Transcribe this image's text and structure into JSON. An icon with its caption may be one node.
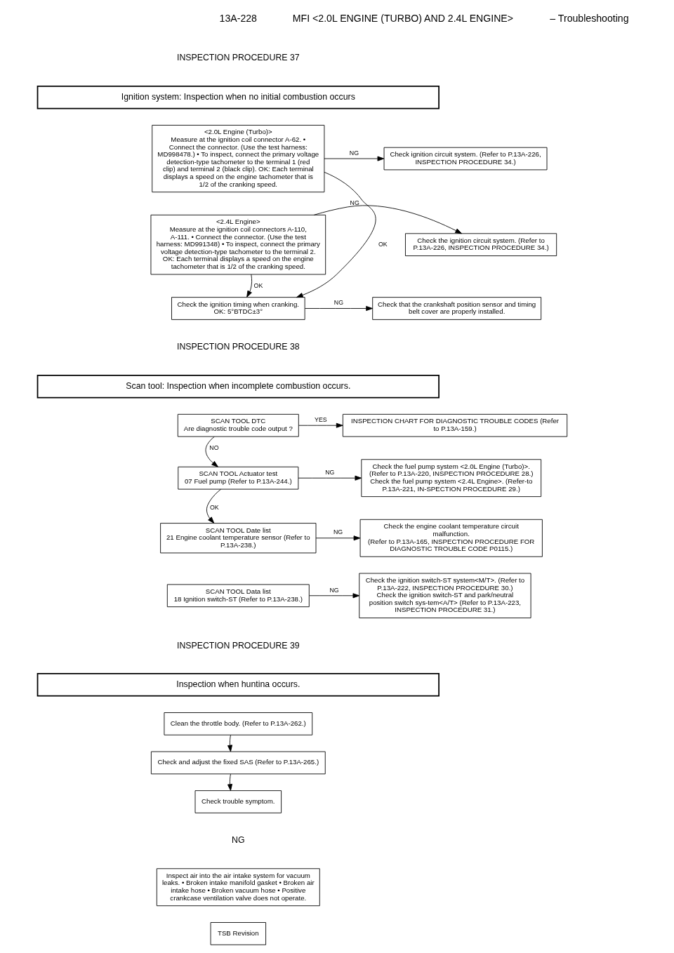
{
  "diagram": {
    "nodes": [
      {
        "text": [
          "Ignition system: Inspection when no initial combustion occurs"
        ]
      },
      {
        "text": [
          "<2.0L Engine (Turbo)>",
          "Measure at the ignition coil connector A-62. • Connect the connector. (Use the test harness: MD998478.) • To inspect, connect the primary voltage detection-type tachometer to the terminal 1 (red clip) and terminal 2 (black clip). OK: Each terminal displays a speed on the engine tachometer that is 1/2 of the cranking speed."
        ]
      },
      {
        "text": [
          "Check ignition circuit system. (Refer to P.13A-226, INSPECTION PROCEDURE 34.)"
        ]
      },
      {
        "text": [
          "<2.4L Engine>",
          "Measure at the ignition coil connectors A-110, A-111. • Connect the connector. (Use the test harness: MD991348) • To inspect, connect the primary voltage detection-type tachometer to the terminal 2. OK: Each terminal displays a speed on the engine tachometer that is 1/2 of the cranking speed."
        ]
      },
      {
        "text": [
          "Check the ignition circuit system. (Refer to P.13A-226, INSPECTION PROCEDURE 34.)"
        ]
      },
      {
        "text": [
          "Check the ignition timing when cranking.",
          "OK: 5°BTDC±3°"
        ]
      },
      {
        "text": [
          "Check that the crankshaft position sensor and timing belt cover are properly installed."
        ]
      },
      {
        "text": [
          "Scan tool: Inspection when incomplete combustion occurs."
        ]
      },
      {
        "text": [
          "SCAN TOOL DTC",
          "Are diagnostic trouble code output ?"
        ]
      },
      {
        "text": [
          "INSPECTION CHART FOR DIAGNOSTIC TROUBLE CODES (Refer to P.13A-159.)"
        ]
      },
      {
        "text": [
          "SCAN TOOL Actuator test",
          "07 Fuel pump (Refer to P.13A-244.)"
        ]
      },
      {
        "text": [
          "Check the fuel pump system <2.0L Engine (Turbo)>. (Refer to P.13A-220, INSPECTION PROCEDURE 28.)",
          "Check the fuel pump system <2.4L Engine>. (Refer-to P.13A-221, IN-SPECTION PROCEDURE 29.)"
        ]
      },
      {
        "text": [
          "SCAN TOOL Date list",
          "21 Engine coolant temperature sensor (Refer to P.13A-238.)"
        ]
      },
      {
        "text": [
          "Check the engine coolant temperature circuit malfunction.",
          "(Refer to P.13A-165, INSPECTION PROCEDURE FOR DIAGNOSTIC TROUBLE CODE P0115.)"
        ]
      },
      {
        "text": [
          "SCAN TOOL Data list",
          "18 Ignition switch-ST (Refer to P.13A-238.)"
        ]
      },
      {
        "text": [
          "Check the ignition switch-ST system<M/T>. (Refer to P.13A-222, INSPECTION PROCEDURE 30.)",
          "Check the ignition switch-ST and park/neutral position switch sys-tem<A/T> (Refer to P.13A-223, INSPECTION PROCEDURE 31.)"
        ]
      },
      {
        "text": [
          "Inspection when huntina occurs."
        ]
      },
      {
        "text": [
          "Clean the throttle body. (Refer to P.13A-262.)"
        ]
      },
      {
        "text": [
          "Check and adjust the fixed SAS (Refer to P.13A-265.)"
        ]
      },
      {
        "text": [
          "Check trouble symptom."
        ]
      },
      {
        "text": [
          "Inspect air into the air intake system for vacuum leaks. • Broken intake manifold gasket • Broken air intake hose • Broken vacuum hose • Positive crankcase ventilation valve does not operate."
        ]
      },
      {
        "text": [
          "TSB Revision"
        ]
      }
    ],
    "edges": [
      {
        "from": 1,
        "to": 2,
        "arrow": "to",
        "label": "NG"
      },
      {
        "from": 1,
        "to": 5,
        "arrow": "to",
        "label": "OK"
      },
      {
        "from": 3,
        "to": 4,
        "arrow": "to",
        "label": "NG"
      },
      {
        "from": 3,
        "to": 5,
        "arrow": "to",
        "label": "OK"
      },
      {
        "from": 5,
        "to": 6,
        "arrow": "to",
        "label": "NG"
      },
      {
        "from": 8,
        "to": 9,
        "arrow": "to",
        "label": "YES"
      },
      {
        "from": 8,
        "to": 10,
        "arrow": "to",
        "label": "NO"
      },
      {
        "from": 10,
        "to": 11,
        "arrow": "to",
        "label": "NG"
      },
      {
        "from": 10,
        "to": 12,
        "arrow": "to",
        "label": "OK"
      },
      {
        "from": 12,
        "to": 13,
        "arrow": "to",
        "label": "NG"
      },
      {
        "from": 14,
        "to": 15,
        "arrow": "to",
        "label": "NG"
      },
      {
        "from": 17,
        "to": 18,
        "arrow": "to"
      },
      {
        "from": 18,
        "to": 19,
        "arrow": "to"
      }
    ],
    "labels": [
      "13A-228",
      "MFI <2.0L ENGINE (TURBO) AND 2.4L ENGINE>",
      "– Troubleshooting",
      "INSPECTION PROCEDURE 37",
      "INSPECTION PROCEDURE 38",
      "INSPECTION PROCEDURE 39",
      "NG"
    ]
  }
}
